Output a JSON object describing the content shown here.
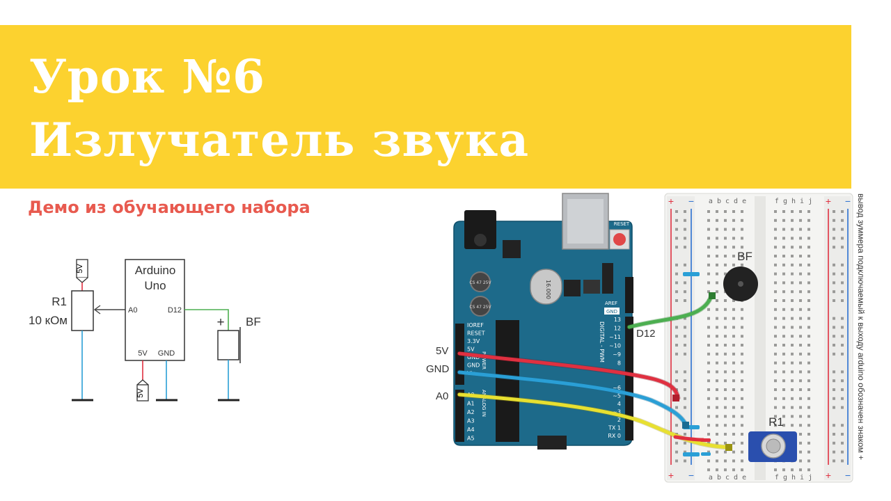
{
  "header": {
    "title_line1": "Урок №6",
    "title_line2": "Излучатель звука",
    "subtitle": "Демо из обучающего набора"
  },
  "schematic": {
    "power_top": "5V",
    "r1_label": "R1",
    "r1_value": "10 кОм",
    "arduino_line1": "Arduino",
    "arduino_line2": "Uno",
    "pin_a0": "A0",
    "pin_d12": "D12",
    "pin_5v": "5V",
    "pin_gnd": "GND",
    "power_bottom": "5V",
    "plus": "+",
    "bf_label": "BF"
  },
  "board": {
    "label_5v": "5V",
    "label_gnd": "GND",
    "label_a0": "A0",
    "label_d12": "D12",
    "label_bf": "BF",
    "label_r1": "R1",
    "side_note": "вывод зуммера подключаемый к выходу arduino обозначен знаком +",
    "breadboard_cols_left": "a b c d e",
    "breadboard_cols_right": "f g h i j",
    "rail_plus": "+",
    "rail_minus": "−",
    "reset_label": "RESET",
    "aref_label": "AREF",
    "gnd_pin_label": "GND",
    "digital_label": "DIGITAL - PWM",
    "analog_label": "ANALOG IN",
    "power_label": "POWER",
    "digital_pins": [
      "13",
      "12",
      "~11",
      "~10",
      "~9",
      "8",
      "~6",
      "~5",
      "4",
      "~3",
      "2",
      "TX 1",
      "RX 0"
    ],
    "analog_pins": [
      "A0",
      "A1",
      "A2",
      "A3",
      "A4",
      "A5"
    ],
    "power_pins": [
      "IOREF",
      "RESET",
      "3.3V",
      "5V",
      "GND",
      "GND",
      "Vin"
    ],
    "crystal_label": "16.000",
    "cap_label": "CS 47 25V"
  },
  "colors": {
    "banner": "#fcd22f",
    "subtitle": "#e85a4f",
    "board": "#1d6a8a",
    "wire_red": "#e03040",
    "wire_blue": "#2a9fd6",
    "wire_yellow": "#e8e030",
    "wire_green": "#4caf50"
  }
}
